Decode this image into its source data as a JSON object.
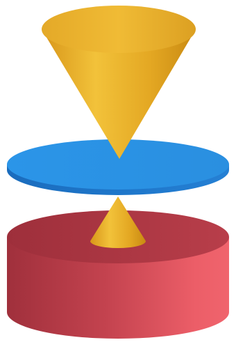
{
  "figure": {
    "kind": "3D shape composition: upright cone over blue disk, small cone between disk and red cylinder",
    "shapes": [
      {
        "id": "top-cone",
        "shape": "cone",
        "orientation": "apex-down",
        "color": "#e2a51f"
      },
      {
        "id": "blue-disk",
        "shape": "disk",
        "color": "#2a8fe0"
      },
      {
        "id": "small-cone",
        "shape": "cone",
        "orientation": "apex-up",
        "color": "#e2a51f"
      },
      {
        "id": "red-cylinder",
        "shape": "cylinder",
        "color": "#d7505a"
      }
    ]
  },
  "colors": {
    "gold_light": "#f2c23a",
    "gold": "#e2a51f",
    "gold_dark": "#c98a12",
    "blue_top": "#2a93e6",
    "blue_side": "#1d6fbf",
    "red_top": "#b23a46",
    "red_side_dark": "#9c2d39",
    "red_side_light": "#f0606a"
  }
}
